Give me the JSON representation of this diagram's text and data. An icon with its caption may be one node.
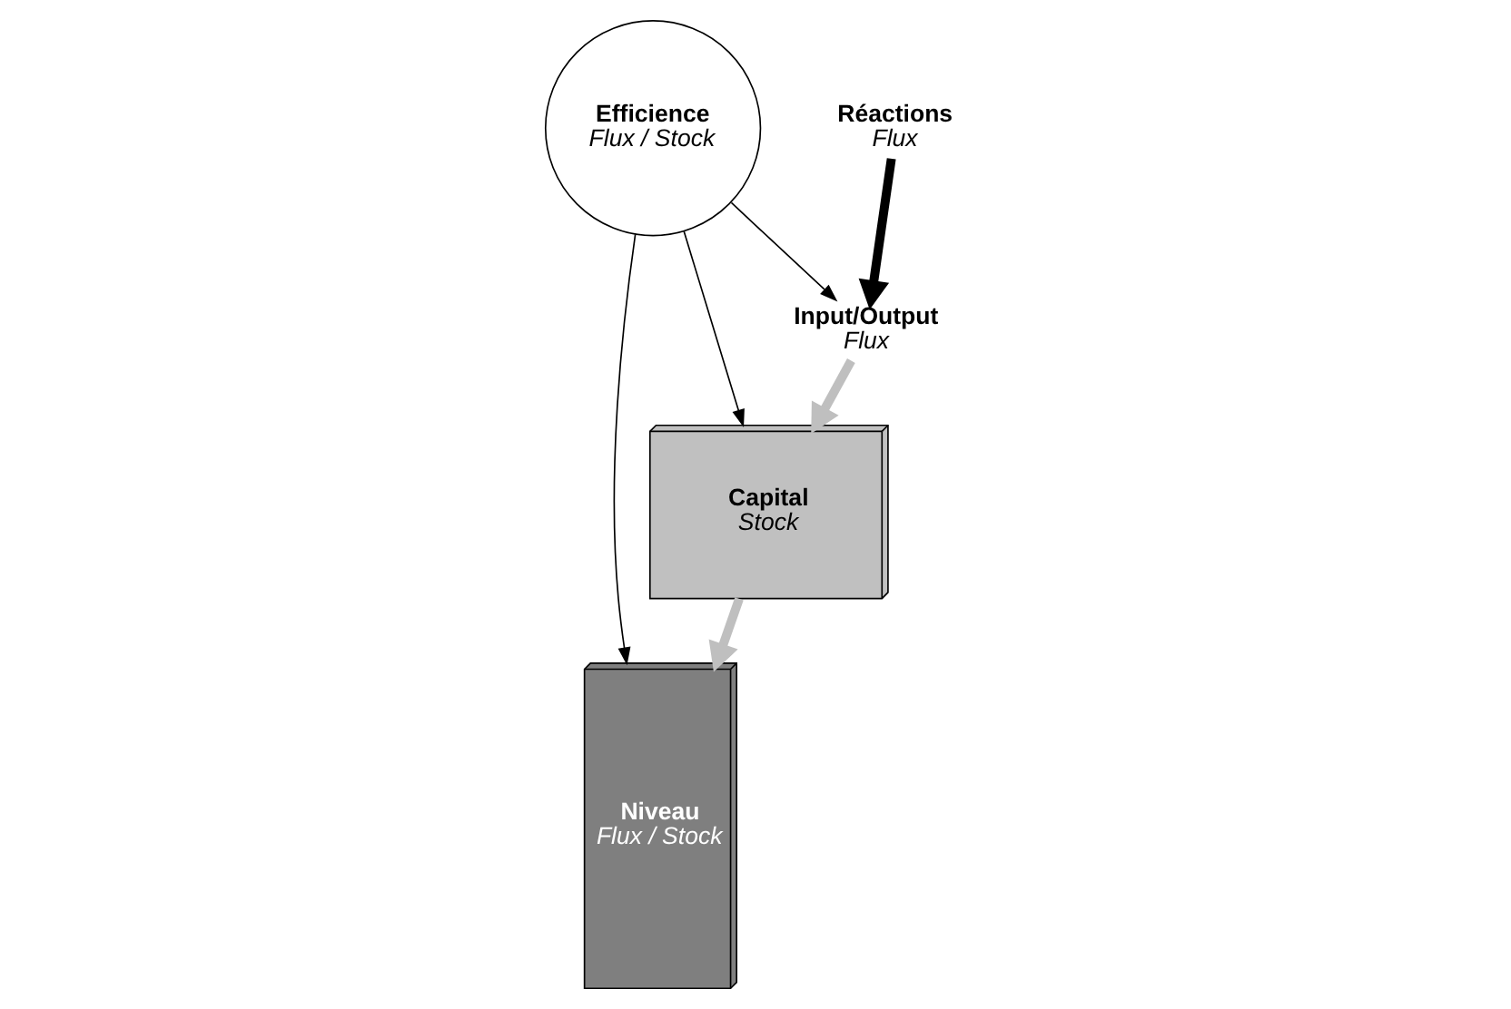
{
  "diagram": {
    "nodes": [
      {
        "text": [
          "Niveau",
          "Flux / Stock"
        ]
      },
      {
        "text": [
          "Capital",
          "Stock"
        ]
      },
      {
        "text": [
          "Input/Output",
          "Flux"
        ]
      },
      {
        "text": [
          "Efficience",
          "Flux / Stock"
        ]
      },
      {
        "text": [
          "Réactions",
          "Flux"
        ]
      }
    ],
    "edges": [
      {
        "from": 4,
        "to": 2,
        "arrow": "to",
        "style": "thick"
      },
      {
        "from": 2,
        "to": 1,
        "arrow": "to",
        "style": "thick",
        "color": "#bfbfbf"
      },
      {
        "from": 1,
        "to": 0,
        "arrow": "to",
        "style": "thick",
        "color": "#bfbfbf"
      },
      {
        "from": 3,
        "to": 2,
        "arrow": "to"
      },
      {
        "from": 3,
        "to": 0,
        "arrow": "to"
      },
      {
        "from": 3,
        "to": 1,
        "arrow": "to"
      }
    ]
  }
}
